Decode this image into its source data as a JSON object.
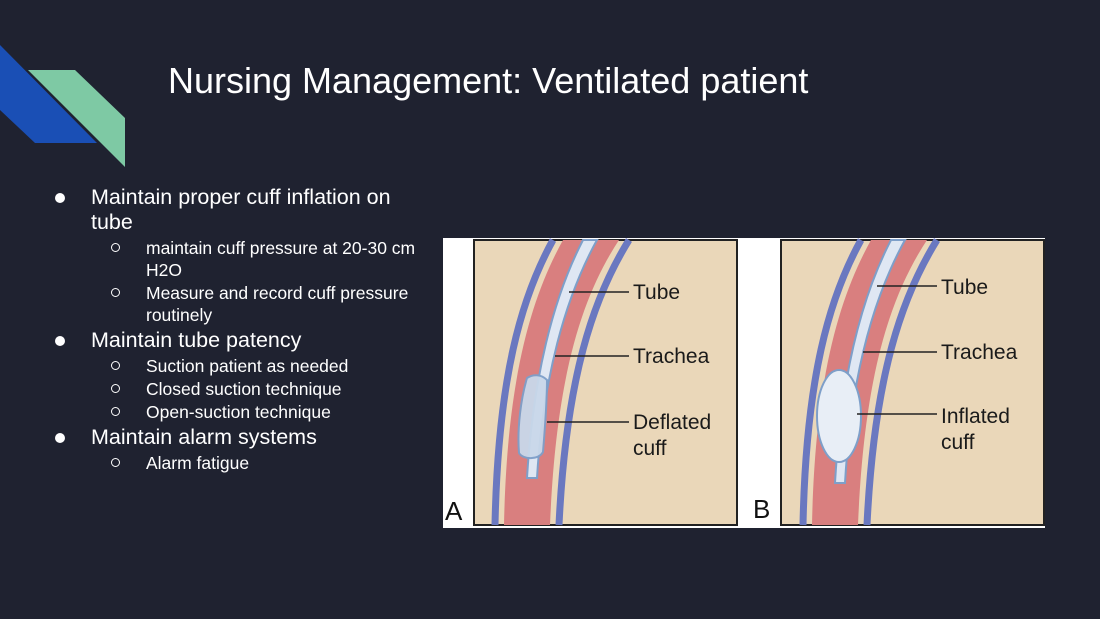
{
  "slide": {
    "title": "Nursing Management: Ventilated patient"
  },
  "bullets": [
    {
      "text": "Maintain proper cuff inflation on tube",
      "sub": [
        "maintain cuff pressure at 20-30 cm H2O",
        "Measure and record cuff pressure routinely"
      ]
    },
    {
      "text": "Maintain tube patency",
      "sub": [
        "Suction patient as needed",
        "Closed suction technique",
        "Open-suction technique"
      ]
    },
    {
      "text": "Maintain alarm systems",
      "sub": [
        "Alarm fatigue"
      ]
    }
  ],
  "figure": {
    "panel_a": {
      "letter": "A",
      "labels": {
        "tube": "Tube",
        "trachea": "Trachea",
        "cuff_line1": "Deflated",
        "cuff_line2": "cuff"
      }
    },
    "panel_b": {
      "letter": "B",
      "labels": {
        "tube": "Tube",
        "trachea": "Trachea",
        "cuff_line1": "Inflated",
        "cuff_line2": "cuff"
      }
    }
  },
  "colors": {
    "background": "#1f2230",
    "accent_blue": "#1a4fb5",
    "accent_green": "#7ec9a4",
    "panel_beige": "#ead7b9"
  }
}
